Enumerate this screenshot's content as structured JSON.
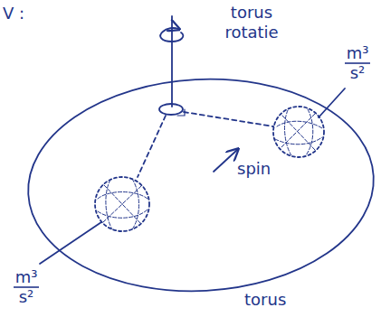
{
  "diagram": {
    "nodes": [
      {
        "text": [
          "torus"
        ]
      }
    ],
    "labels": [
      "V :",
      "torus rotatie",
      "m³ s²",
      "spin",
      "m³ s²"
    ]
  }
}
